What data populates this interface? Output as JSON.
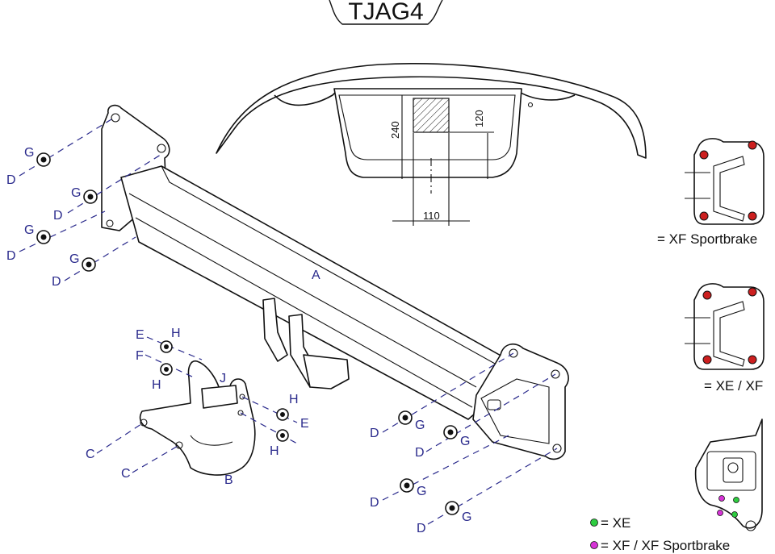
{
  "title": "TJAG4",
  "labels": {
    "beam": "A",
    "ball_bracket": "B",
    "pin": "J",
    "bolt": "C",
    "nut": "D",
    "washer": "G",
    "bracket_nut": "E",
    "bracket_nut_alt": "F",
    "bracket_washer": "H"
  },
  "dimensions": {
    "height_ground": "240",
    "height_center": "120",
    "width": "110"
  },
  "variants": [
    {
      "caption": "= XF Sportbrake"
    },
    {
      "caption": "= XE / XF"
    }
  ],
  "legend": [
    {
      "color": "#2ecc40",
      "label": "= XE"
    },
    {
      "color": "#d633d6",
      "label": "= XF / XF Sportbrake"
    }
  ],
  "colors": {
    "line": "#111111",
    "callout": "#2a2a8c",
    "variant_hole": "#cc1f1f"
  }
}
